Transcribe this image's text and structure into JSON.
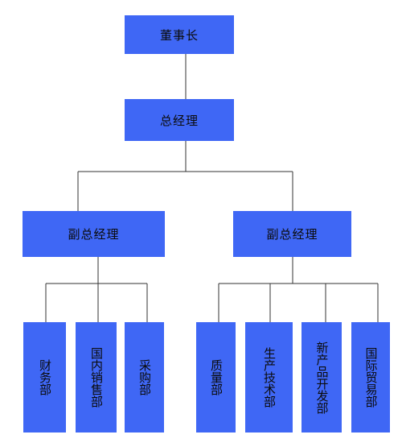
{
  "org_chart": {
    "chairman": "董事长",
    "general_manager": "总经理",
    "vp_left": "副总经理",
    "vp_right": "副总经理",
    "departments_left": [
      "财务部",
      "国内销售部",
      "采购部"
    ],
    "departments_right": [
      "质量部",
      "生产技术部",
      "新产品开发部",
      "国际贸易部"
    ]
  },
  "colors": {
    "node_fill": "#3f67f5",
    "line": "#333333"
  }
}
